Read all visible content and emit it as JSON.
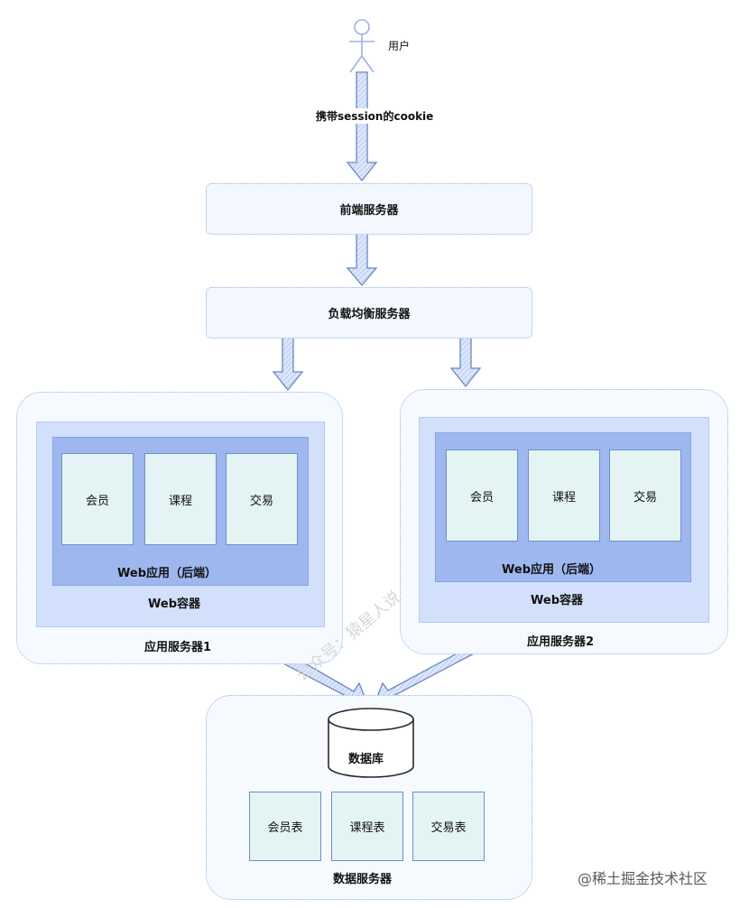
{
  "user": {
    "label": "用户"
  },
  "edge_label": "携带session的cookie",
  "front_server": {
    "label": "前端服务器"
  },
  "load_balancer": {
    "label": "负载均衡服务器"
  },
  "app_server_1": {
    "label": "应用服务器1",
    "web_container": "Web容器",
    "web_app": "Web应用（后端）",
    "modules": [
      "会员",
      "课程",
      "交易"
    ]
  },
  "app_server_2": {
    "label": "应用服务器2",
    "web_container": "Web容器",
    "web_app": "Web应用（后端）",
    "modules": [
      "会员",
      "课程",
      "交易"
    ]
  },
  "data_server": {
    "label": "数据服务器",
    "database": "数据库",
    "tables": [
      "会员表",
      "课程表",
      "交易表"
    ]
  },
  "watermark": "公众号：猿星人说",
  "footer_watermark": "@稀土掘金技术社区"
}
